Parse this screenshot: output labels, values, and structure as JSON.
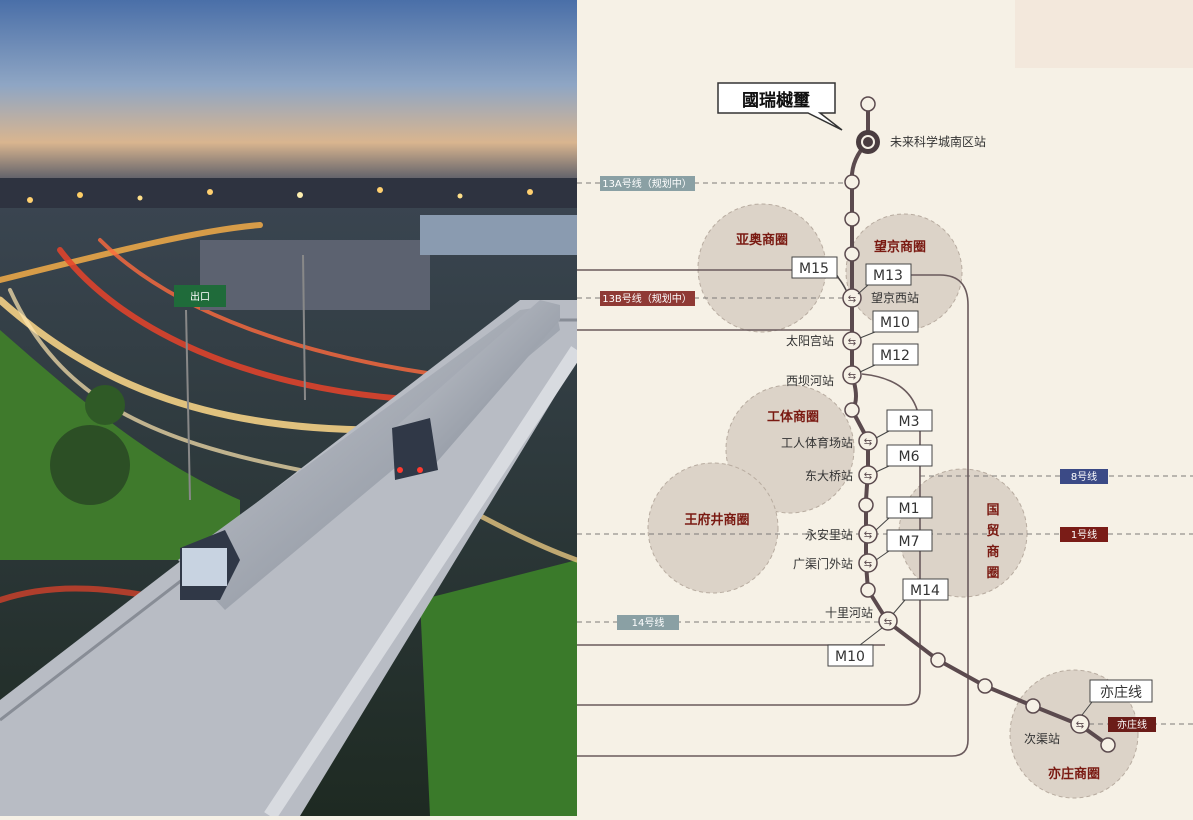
{
  "colors": {
    "route_main": "#5b4a4e",
    "route_thin": "#6a5a5c",
    "circle_fill": "#dcd3c8",
    "district_text": "#7a1a12",
    "badge_13A": "#8aa0a4",
    "badge_13B": "#8f3a35",
    "badge_8": "#3b4a86",
    "badge_1": "#7a1c17",
    "badge_14": "#8aa0a4",
    "badge_yizhuang": "#6b1c18",
    "map_bg": "#f6f1e6"
  },
  "photo": {
    "description_icon": "train-photo",
    "sign_text": "出口"
  },
  "map": {
    "project_name": "國瑞樾璽",
    "districts": [
      {
        "id": "yaao",
        "label": "亚奥商圈"
      },
      {
        "id": "wangjing",
        "label": "望京商圈"
      },
      {
        "id": "gongti",
        "label": "工体商圈"
      },
      {
        "id": "wangfujing",
        "label": "王府井商圈"
      },
      {
        "id": "guomao",
        "label": "国贸商圈"
      },
      {
        "id": "yizhuang",
        "label": "亦庄商圈"
      }
    ],
    "stations": [
      {
        "id": "weilai",
        "label": "未来科学城南区站"
      },
      {
        "id": "wangjingxi",
        "label": "望京西站"
      },
      {
        "id": "taiyanggong",
        "label": "太阳宫站"
      },
      {
        "id": "xibahe",
        "label": "西坝河站"
      },
      {
        "id": "gongti",
        "label": "工人体育场站"
      },
      {
        "id": "dongdaqiao",
        "label": "东大桥站"
      },
      {
        "id": "yonganli",
        "label": "永安里站"
      },
      {
        "id": "guangqumenwai",
        "label": "广渠门外站"
      },
      {
        "id": "shilihe",
        "label": "十里河站"
      },
      {
        "id": "ciqu",
        "label": "次渠站"
      }
    ],
    "line_callouts": [
      "M15",
      "M13",
      "M10",
      "M12",
      "M3",
      "M6",
      "M1",
      "M7",
      "M14",
      "M10",
      "亦庄线"
    ],
    "line_badges": [
      {
        "id": "13a",
        "label": "13A号线（规划中）"
      },
      {
        "id": "13b",
        "label": "13B号线（规划中）"
      },
      {
        "id": "8",
        "label": "8号线"
      },
      {
        "id": "1",
        "label": "1号线"
      },
      {
        "id": "14",
        "label": "14号线"
      },
      {
        "id": "yz",
        "label": "亦庄线"
      }
    ]
  }
}
